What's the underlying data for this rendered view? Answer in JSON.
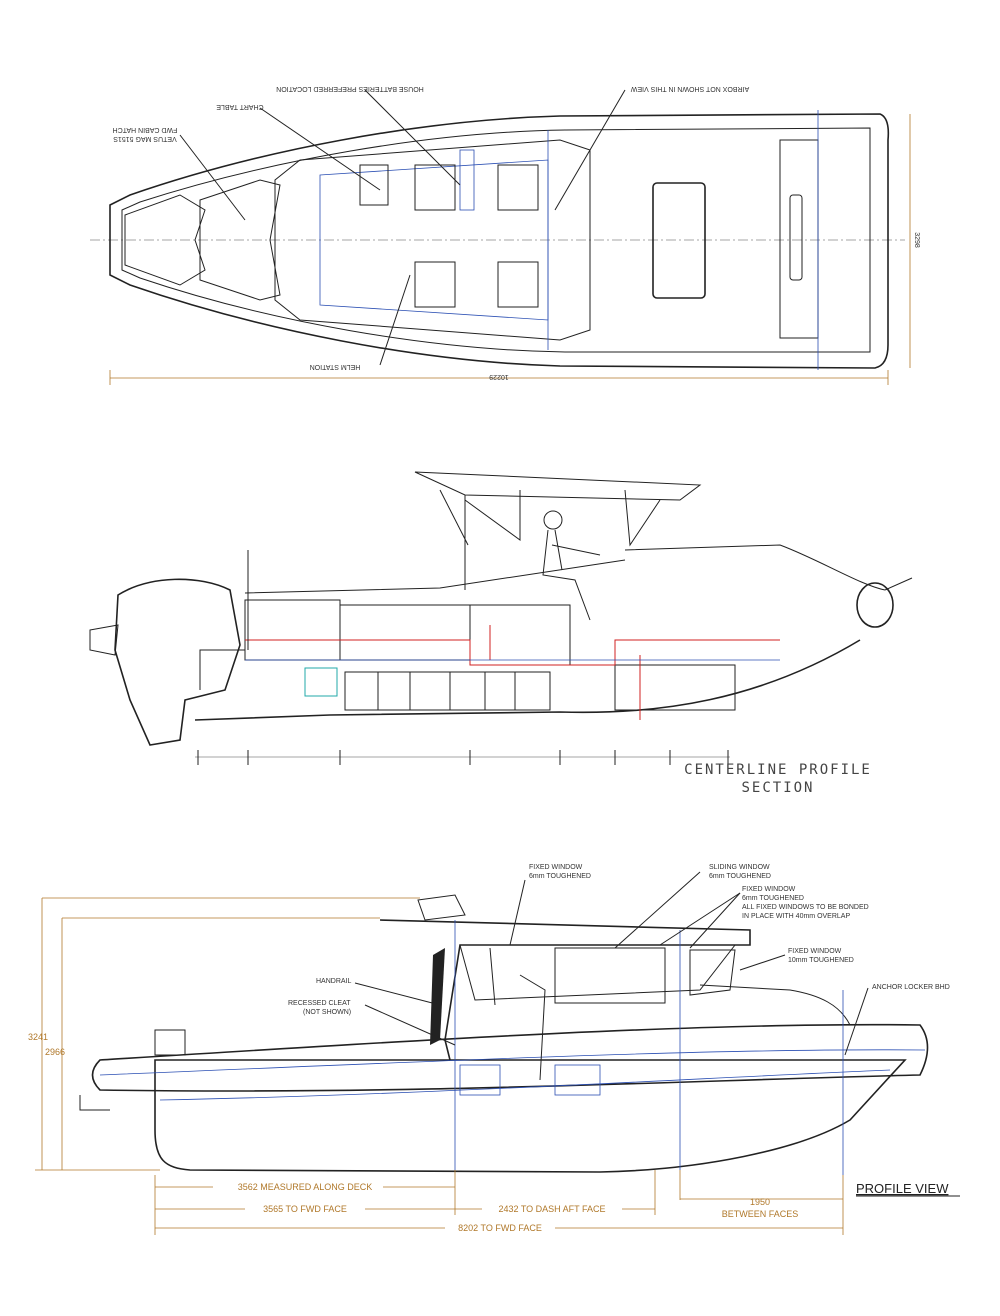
{
  "plan_view": {
    "labels": {
      "house_batteries": "HOUSE BATTERIES PREFERRED LOCATION",
      "airbox": "AIRBOX NOT SHOWN IN THIS VIEW",
      "chart_table": "CHART TABLE",
      "fwd_hatch_1": "FWD CABIN HATCH",
      "fwd_hatch_2": "VETUS MAG 5151S",
      "helm_station": "HELM STATION"
    },
    "dims": {
      "length": "10229",
      "beam": "3298"
    }
  },
  "section_view": {
    "title_1": "CENTERLINE PROFILE",
    "title_2": "SECTION"
  },
  "profile_view": {
    "title": "PROFILE VIEW",
    "labels": {
      "fixed_window_1a": "FIXED WINDOW",
      "fixed_window_1b": "6mm TOUGHENED",
      "sliding_window_a": "SLIDING WINDOW",
      "sliding_window_b": "6mm TOUGHENED",
      "fixed_window_2a": "FIXED WINDOW",
      "fixed_window_2b": "6mm TOUGHENED",
      "fixed_window_2c": "ALL FIXED WINDOWS TO BE BONDED",
      "fixed_window_2d": "IN PLACE WITH 40mm OVERLAP",
      "fixed_window_3a": "FIXED WINDOW",
      "fixed_window_3b": "10mm TOUGHENED",
      "handrail": "HANDRAIL",
      "cleat_a": "RECESSED CLEAT",
      "cleat_b": "(NOT SHOWN)",
      "anchor": "ANCHOR LOCKER BHD"
    },
    "dims": {
      "h1": "3241",
      "h2": "2966",
      "d1": "3562 MEASURED ALONG DECK",
      "d2": "3565 TO FWD FACE",
      "d3": "2432 TO DASH AFT FACE",
      "d4a": "1950",
      "d4b": "BETWEEN FACES",
      "d5": "8202 TO FWD FACE"
    }
  }
}
